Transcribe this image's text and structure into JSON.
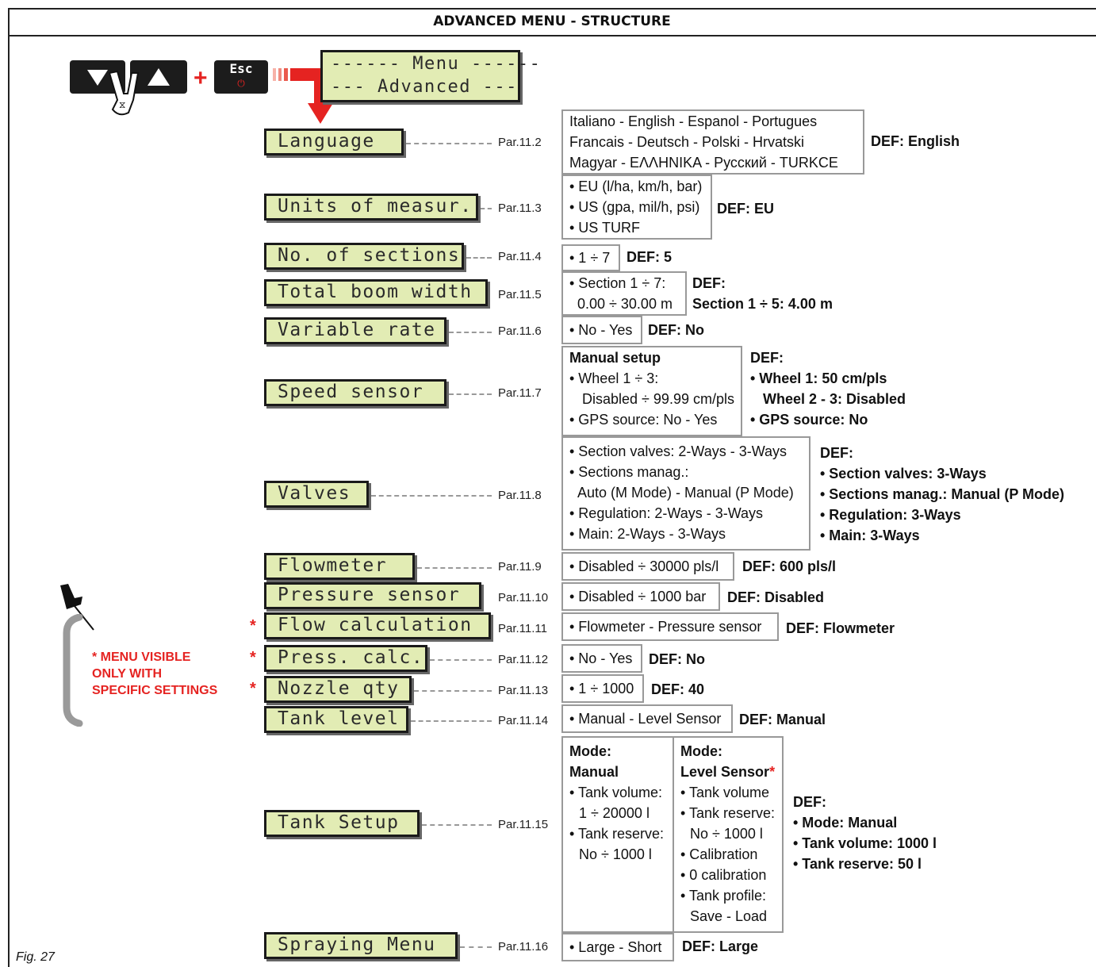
{
  "title": "ADVANCED MENU - STRUCTURE",
  "figure_caption": "Fig. 27",
  "keys": {
    "esc_label": "Esc",
    "plus": "+"
  },
  "top_display": {
    "line1": "------ Menu ------",
    "line2": "--- Advanced ---"
  },
  "note": {
    "line1": "* MENU VISIBLE",
    "line2": "ONLY WITH",
    "line3": "SPECIFIC SETTINGS",
    "star": "*"
  },
  "accent_color": "#e52321",
  "lcd_color": "#e2ecb4",
  "menus": [
    {
      "label": "Language",
      "par": "Par.11.2",
      "options": [
        "Italiano - English - Espanol - Portugues",
        "Francais - Deutsch - Polski - Hrvatski",
        "Magyar - ΕΛΛΗΝΙΚΑ - Русский - TURKCE"
      ],
      "def": [
        "DEF: English"
      ]
    },
    {
      "label": "Units of measur.",
      "par": "Par.11.3",
      "options": [
        "• EU (l/ha, km/h, bar)",
        "• US (gpa, mil/h, psi)",
        "• US TURF"
      ],
      "def": [
        "DEF: EU"
      ]
    },
    {
      "label": "No. of sections",
      "par": "Par.11.4",
      "options": [
        "• 1 ÷ 7"
      ],
      "def": [
        "DEF: 5"
      ]
    },
    {
      "label": "Total boom width",
      "par": "Par.11.5",
      "options": [
        "• Section 1 ÷ 7:",
        "0.00 ÷ 30.00 m"
      ],
      "def": [
        "DEF:",
        "Section 1 ÷ 5: 4.00 m"
      ]
    },
    {
      "label": "Variable rate",
      "par": "Par.11.6",
      "options": [
        "• No - Yes"
      ],
      "def": [
        "DEF: No"
      ]
    },
    {
      "label": "Speed sensor",
      "par": "Par.11.7",
      "options": [
        "Manual setup",
        "• Wheel 1 ÷ 3:",
        "Disabled ÷ 99.99 cm/pls",
        "• GPS source: No - Yes"
      ],
      "def": [
        "DEF:",
        "• Wheel 1: 50 cm/pls",
        "Wheel 2 - 3: Disabled",
        "• GPS source: No"
      ]
    },
    {
      "label": "Valves",
      "par": "Par.11.8",
      "options": [
        "• Section valves: 2-Ways - 3-Ways",
        "• Sections manag.:",
        "Auto (M Mode) - Manual (P Mode)",
        "• Regulation: 2-Ways - 3-Ways",
        "• Main: 2-Ways - 3-Ways"
      ],
      "def": [
        "DEF:",
        "• Section valves: 3-Ways",
        "• Sections manag.: Manual (P Mode)",
        "• Regulation: 3-Ways",
        "• Main: 3-Ways"
      ]
    },
    {
      "label": "Flowmeter",
      "par": "Par.11.9",
      "options": [
        "• Disabled ÷ 30000 pls/l"
      ],
      "def": [
        "DEF: 600 pls/l"
      ]
    },
    {
      "label": "Pressure sensor",
      "par": "Par.11.10",
      "options": [
        "• Disabled ÷ 1000 bar"
      ],
      "def": [
        "DEF: Disabled"
      ]
    },
    {
      "label": "Flow calculation",
      "par": "Par.11.11",
      "options": [
        "• Flowmeter - Pressure sensor"
      ],
      "def": [
        "DEF: Flowmeter"
      ]
    },
    {
      "label": "Press. calc.",
      "par": "Par.11.12",
      "options": [
        "• No - Yes"
      ],
      "def": [
        "DEF: No"
      ]
    },
    {
      "label": "Nozzle qty",
      "par": "Par.11.13",
      "options": [
        "• 1 ÷ 1000"
      ],
      "def": [
        "DEF: 40"
      ]
    },
    {
      "label": "Tank level",
      "par": "Par.11.14",
      "options": [
        "• Manual - Level Sensor"
      ],
      "def": [
        "DEF: Manual"
      ]
    },
    {
      "label": "Tank Setup",
      "par": "Par.11.15",
      "options_a": [
        "Mode:",
        "Manual",
        "• Tank volume:",
        "1 ÷ 20000 l",
        "• Tank reserve:",
        "No ÷ 1000 l"
      ],
      "options_b": [
        "Mode:",
        "Level Sensor",
        "• Tank volume",
        "• Tank reserve:",
        "No ÷ 1000 l",
        "• Calibration",
        "• 0 calibration",
        "• Tank profile:",
        "Save - Load"
      ],
      "def": [
        "DEF:",
        "• Mode: Manual",
        "• Tank volume: 1000 l",
        "• Tank reserve: 50 l"
      ]
    },
    {
      "label": "Spraying Menu",
      "par": "Par.11.16",
      "options": [
        "• Large - Short"
      ],
      "def": [
        "DEF: Large"
      ]
    }
  ]
}
